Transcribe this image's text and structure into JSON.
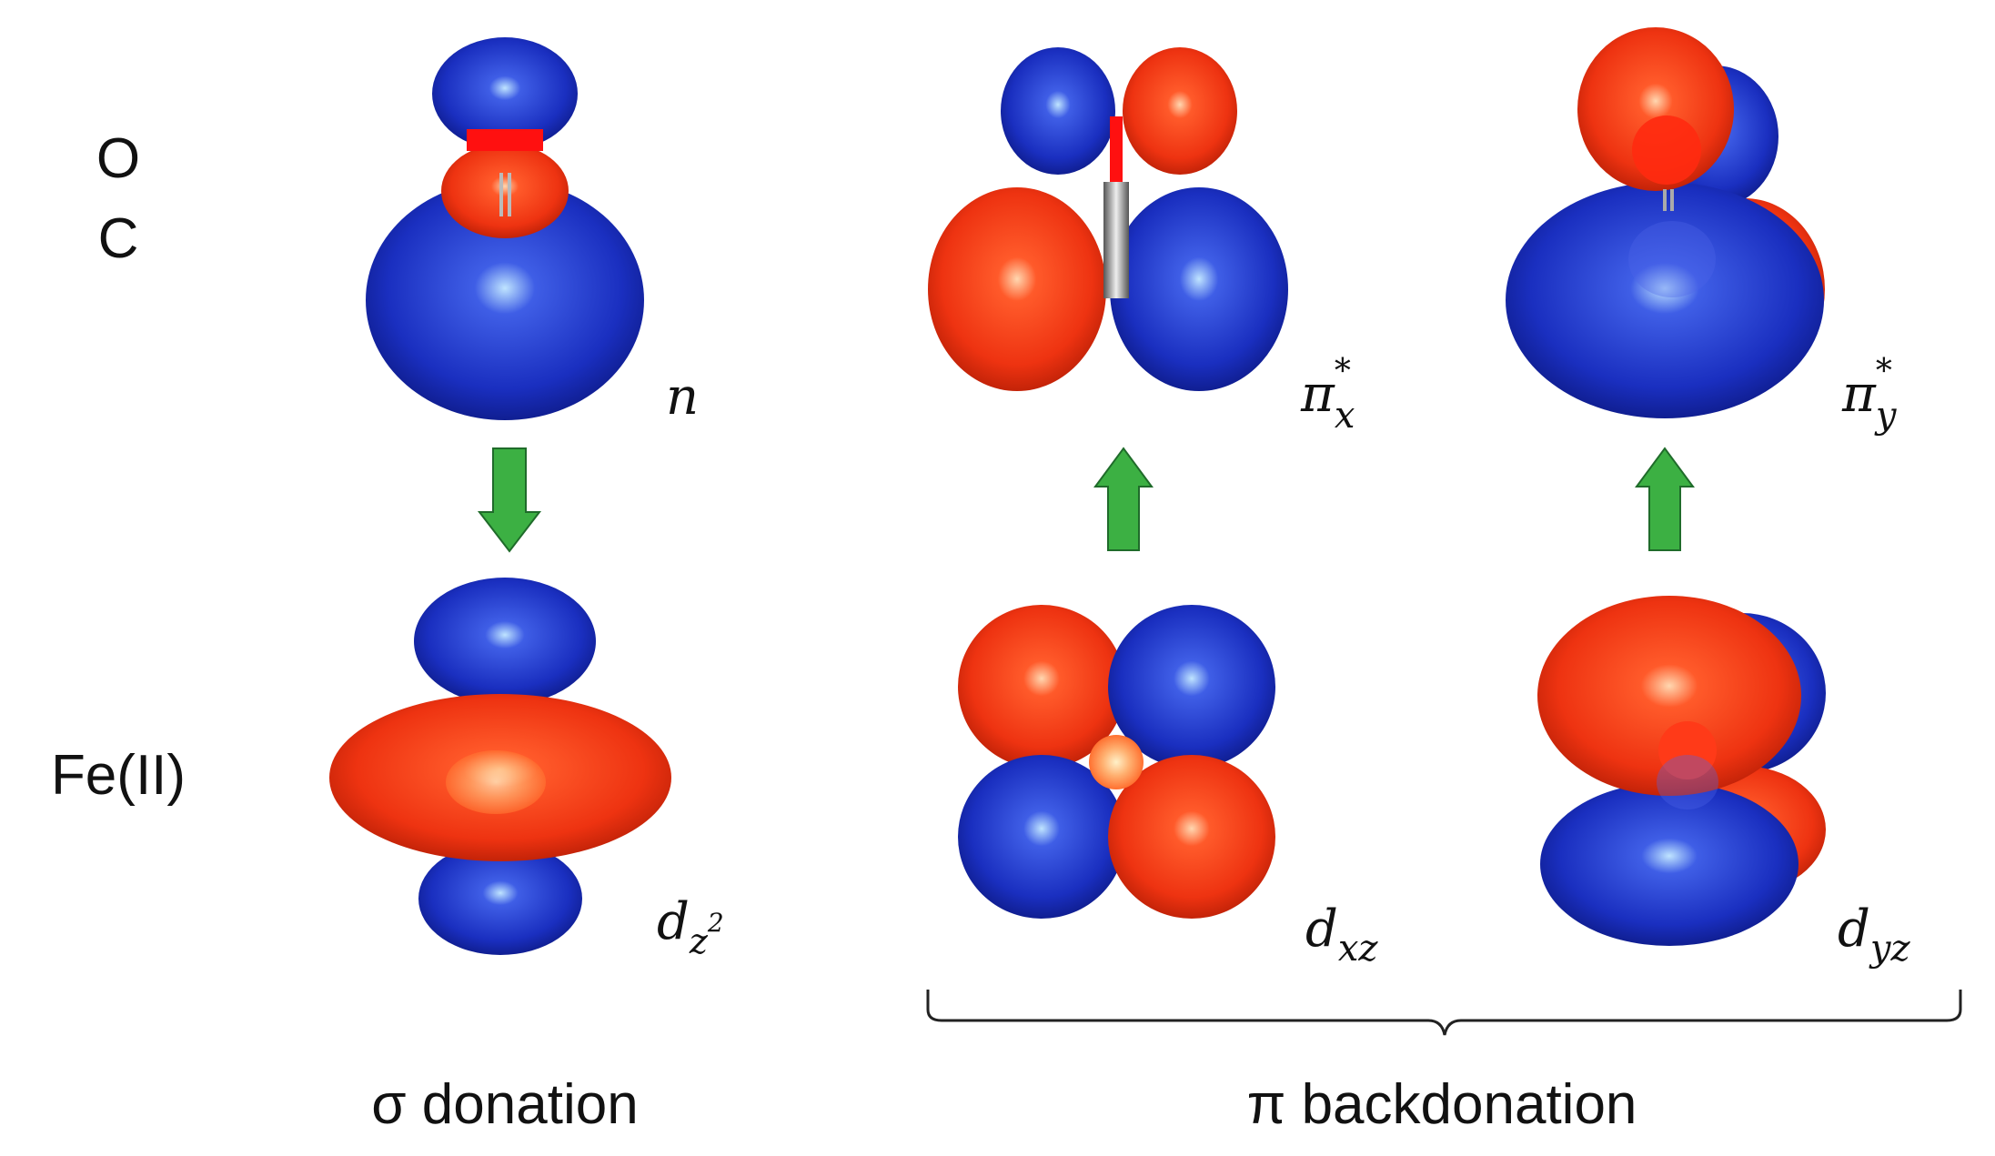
{
  "atom_labels": {
    "o": "O",
    "c": "C",
    "fe": "Fe(II)"
  },
  "orbitals": {
    "n": {
      "base": "n"
    },
    "pi_x": {
      "base": "π",
      "sup": "*",
      "sub": "x"
    },
    "pi_y": {
      "base": "π",
      "sup": "*",
      "sub": "y"
    },
    "dz2": {
      "base": "d",
      "sub": "z",
      "subsup": "2"
    },
    "dxz": {
      "base": "d",
      "sub": "xz"
    },
    "dyz": {
      "base": "d",
      "sub": "yz"
    }
  },
  "captions": {
    "sigma": "σ donation",
    "pi": "π backdonation"
  },
  "colors": {
    "phase_positive": "#1a2fc0",
    "phase_negative": "#ee3311",
    "arrow": "#3cb043",
    "arrow_outline": "#1f6b2a"
  }
}
